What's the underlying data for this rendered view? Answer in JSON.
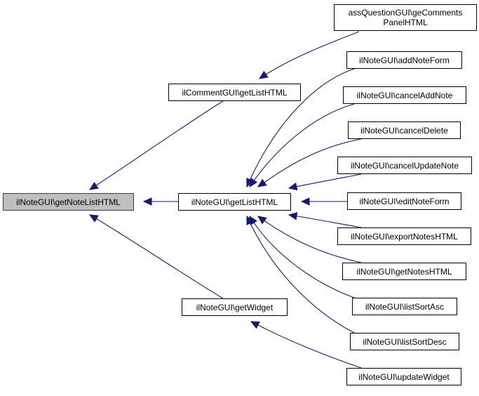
{
  "diagram": {
    "type": "call-graph",
    "direction": "right-to-left",
    "colors": {
      "edge": "#191970",
      "focus_fill": "#bfbfbf",
      "node_fill": "#ffffff",
      "node_border": "#000000"
    },
    "nodes": [
      {
        "id": "n0",
        "label": "ilNoteGUI\\getNoteListHTML",
        "focus": true
      },
      {
        "id": "n1",
        "label": "ilCommentGUI\\getListHTML"
      },
      {
        "id": "n2",
        "label": "ilNoteGUI\\getListHTML"
      },
      {
        "id": "n3",
        "label": "ilNoteGUI\\getWidget"
      },
      {
        "id": "n4",
        "label": "assQuestionGUI\\geComments\nPanelHTML"
      },
      {
        "id": "n5",
        "label": "ilNoteGUI\\addNoteForm"
      },
      {
        "id": "n6",
        "label": "ilNoteGUI\\cancelAddNote"
      },
      {
        "id": "n7",
        "label": "ilNoteGUI\\cancelDelete"
      },
      {
        "id": "n8",
        "label": "ilNoteGUI\\cancelUpdateNote"
      },
      {
        "id": "n9",
        "label": "ilNoteGUI\\editNoteForm"
      },
      {
        "id": "n10",
        "label": "ilNoteGUI\\exportNotesHTML"
      },
      {
        "id": "n11",
        "label": "ilNoteGUI\\getNotesHTML"
      },
      {
        "id": "n12",
        "label": "ilNoteGUI\\listSortAsc"
      },
      {
        "id": "n13",
        "label": "ilNoteGUI\\listSortDesc"
      },
      {
        "id": "n14",
        "label": "ilNoteGUI\\updateWidget"
      }
    ],
    "edges": [
      {
        "from": "n1",
        "to": "n0"
      },
      {
        "from": "n2",
        "to": "n0"
      },
      {
        "from": "n3",
        "to": "n0"
      },
      {
        "from": "n4",
        "to": "n1"
      },
      {
        "from": "n5",
        "to": "n2"
      },
      {
        "from": "n6",
        "to": "n2"
      },
      {
        "from": "n7",
        "to": "n2"
      },
      {
        "from": "n8",
        "to": "n2"
      },
      {
        "from": "n9",
        "to": "n2"
      },
      {
        "from": "n10",
        "to": "n2"
      },
      {
        "from": "n11",
        "to": "n2"
      },
      {
        "from": "n12",
        "to": "n2"
      },
      {
        "from": "n13",
        "to": "n2"
      },
      {
        "from": "n14",
        "to": "n3"
      }
    ]
  }
}
